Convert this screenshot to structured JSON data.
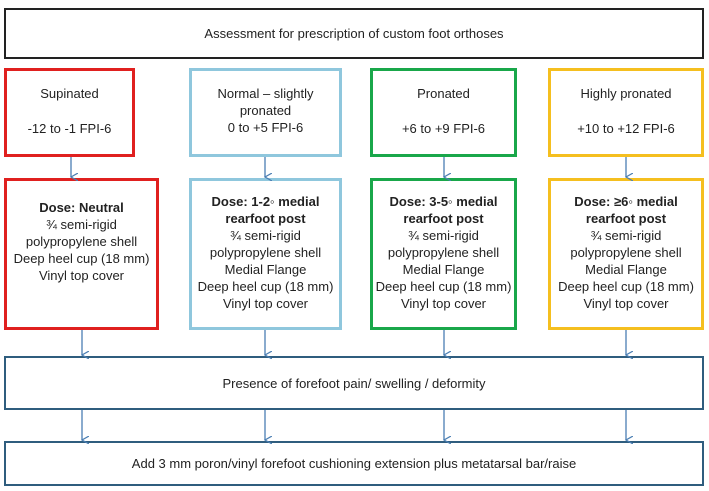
{
  "title": "Assessment for prescription of custom foot orthoses",
  "colors": {
    "red": "#e0201f",
    "light_blue": "#8fc7dd",
    "green": "#19a74a",
    "yellow": "#f5bf1f",
    "dark_border": "#2f5d7e",
    "arrow": "#4a7eb3"
  },
  "categories": [
    {
      "label": "Supinated",
      "range": "-12 to -1 FPI-6"
    },
    {
      "label": "Normal – slightly pronated",
      "range": "0 to +5 FPI-6"
    },
    {
      "label": "Pronated",
      "range": "+6 to +9 FPI-6"
    },
    {
      "label": "Highly pronated",
      "range": "+10 to +12 FPI-6"
    }
  ],
  "doses": [
    {
      "title": "Dose: Neutral",
      "lines": [
        "¾ semi-rigid",
        "polypropylene shell",
        "Deep heel cup (18 mm)",
        "Vinyl top cover"
      ]
    },
    {
      "title": "Dose: 1-2◦ medial rearfoot post",
      "lines": [
        "¾ semi-rigid",
        "polypropylene shell",
        "Medial Flange",
        "Deep heel cup (18 mm)",
        "Vinyl top cover"
      ]
    },
    {
      "title": "Dose: 3-5◦ medial rearfoot post",
      "lines": [
        "¾ semi-rigid",
        "polypropylene shell",
        "Medial Flange",
        "Deep heel cup (18 mm)",
        "Vinyl top cover"
      ]
    },
    {
      "title": "Dose: ≥6◦ medial rearfoot post",
      "lines": [
        "¾ semi-rigid",
        "polypropylene shell",
        "Medial Flange",
        "Deep heel cup (18 mm)",
        "Vinyl top cover"
      ]
    }
  ],
  "forefoot": "Presence of forefoot pain/ swelling / deformity",
  "addition": "Add 3 mm poron/vinyl forefoot cushioning extension plus metatarsal bar/raise"
}
